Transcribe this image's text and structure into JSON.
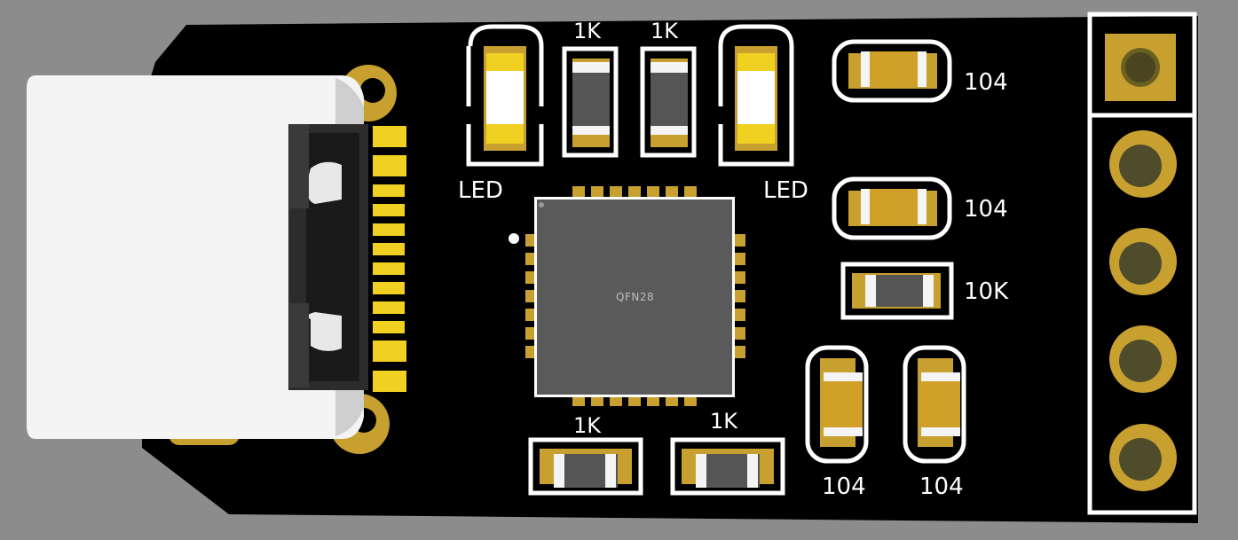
{
  "board": {
    "chip_marking": "QFN28",
    "labels": {
      "led_left": "LED",
      "led_right": "LED",
      "r_top_1": "1K",
      "r_top_2": "1K",
      "c_top_right": "104",
      "c_mid_right": "104",
      "r_mid_right": "10K",
      "r_bottom_1": "1K",
      "r_bottom_2": "1K",
      "c_bottom_1": "104",
      "c_bottom_2": "104"
    },
    "colors": {
      "pcb": "#000000",
      "background": "#8c8c8c",
      "silkscreen": "#ffffff",
      "copper": "#c8a030",
      "gold_pin": "#f0d020",
      "chip": "#5a5a5a",
      "connector": "#f4f4f4"
    },
    "components": {
      "usb_c": "usb-c-connector",
      "mcu": "qfn28-chip",
      "header": "pin-header-5",
      "leds": 2,
      "resistors": 5,
      "capacitors": 4
    }
  }
}
